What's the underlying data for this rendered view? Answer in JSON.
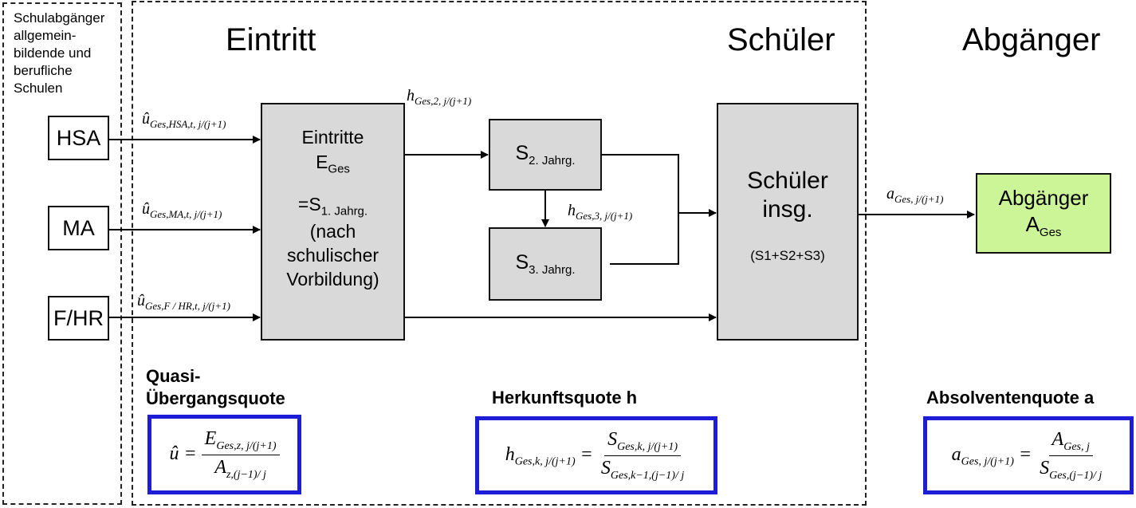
{
  "school_graduates": {
    "text": "Schulabgänger allgemein-bildende und berufliche Schulen"
  },
  "headings": {
    "entry": "Eintritt",
    "students": "Schüler",
    "leavers": "Abgänger"
  },
  "sources": {
    "hsa": "HSA",
    "ma": "MA",
    "fhr": "F/HR"
  },
  "rate_labels": {
    "u_hsa": "Ges,HSA,t, j/(j+1)",
    "u_ma": "Ges,MA,t, j/(j+1)",
    "u_fhr": "Ges,F / HR,t, j/(j+1)",
    "h2": "Ges,2, j/(j+1)",
    "h3": "Ges,3, j/(j+1)",
    "a": "Ges, j/(j+1)"
  },
  "entries_box": {
    "title": "Eintritte",
    "e_main": "E",
    "e_sub": "Ges",
    "s_main": "=S",
    "s_sub": "1. Jahrg.",
    "note": "(nach schulischer Vorbildung)"
  },
  "s2": {
    "main": "S",
    "sub": "2. Jahrg."
  },
  "s3": {
    "main": "S",
    "sub": "3. Jahrg."
  },
  "students_box": {
    "title": "Schüler insg.",
    "sum": "(S1+S2+S3)"
  },
  "leavers_box": {
    "title": "Abgänger",
    "a_main": "A",
    "a_sub": "Ges"
  },
  "legend": {
    "quasi_title": "Quasi-Übergangsquote",
    "origin_title": "Herkunftsquote h",
    "graduate_title": "Absolventenquote a"
  },
  "formulas": {
    "quasi": {
      "lhs": "û =",
      "num_main": "E",
      "num_sub": "Ges,z, j/(j+1)",
      "den_main": "A",
      "den_sub": "z,(j−1)/ j"
    },
    "origin": {
      "lhs_main": "h",
      "lhs_sub": "Ges,k, j/(j+1)",
      "num_main": "S",
      "num_sub": "Ges,k, j/(j+1)",
      "den_main": "S",
      "den_sub": "Ges,k−1,(j−1)/ j"
    },
    "graduate": {
      "lhs_main": "a",
      "lhs_sub": "Ges, j/(j+1)",
      "num_main": "A",
      "num_sub": "Ges, j",
      "den_main": "S",
      "den_sub": "Ges,(j−1)/ j"
    }
  }
}
